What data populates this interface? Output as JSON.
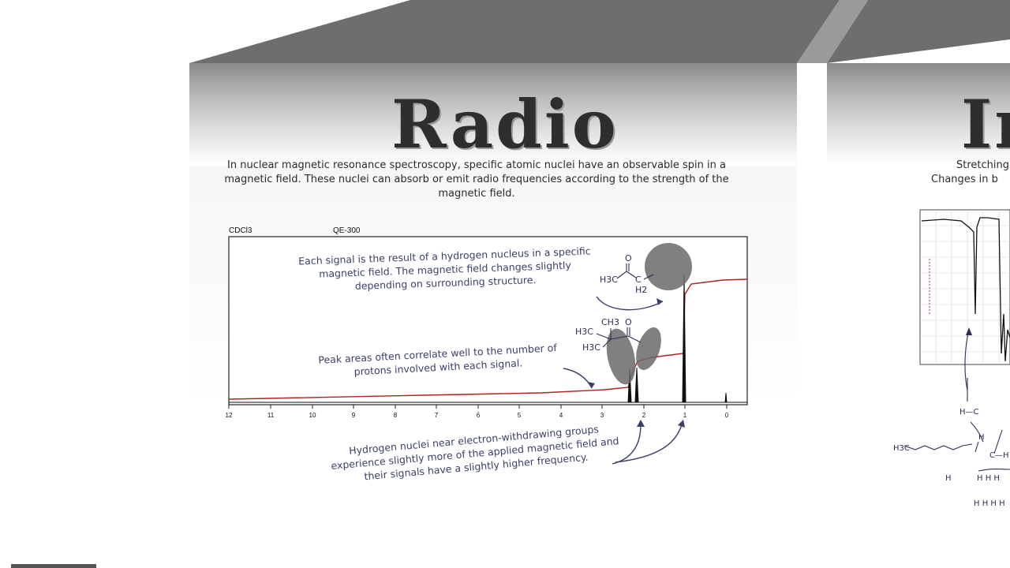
{
  "main": {
    "title": "Radio",
    "description": "In nuclear magnetic resonance spectroscopy, specific atomic nuclei have an observable spin in a magnetic field.  These nuclei can absorb or emit radio frequencies according to the strength of the magnetic field.",
    "solvent_label": "CDCl3",
    "instrument_label": "QE-300",
    "x_axis_ticks": [
      "12",
      "11",
      "10",
      "9",
      "8",
      "7",
      "6",
      "5",
      "4",
      "3",
      "2",
      "1",
      "0"
    ],
    "annotations": {
      "signal": "Each signal is the result of a hydrogen nucleus in a specific magnetic field.  The magnetic field changes slightly depending on surrounding structure.",
      "area": "Peak areas often correlate well to the number of protons involved with each signal.",
      "hydrogen": "Hydrogen nuclei near electron-withdrawing groups experience slightly more of the applied magnetic field and their signals have a slightly higher frequency."
    },
    "molecule_labels": {
      "top_o": "O",
      "top_h3c": "H3C",
      "top_c": "C",
      "top_h2": "H2",
      "mid_ch3": "CH3",
      "mid_o": "O",
      "mid_h3c_a": "H3C",
      "mid_h3c_b": "H3C"
    }
  },
  "right_panel": {
    "title_partial": "In",
    "desc_line1": "Stretching",
    "desc_line2": "Changes in b",
    "molecule_hc": "H—C",
    "molecule_chain": "H3C"
  },
  "colors": {
    "annotation": "#3a3f6a",
    "integration": "#b32020",
    "panel_gray": "#8a8a8a"
  }
}
